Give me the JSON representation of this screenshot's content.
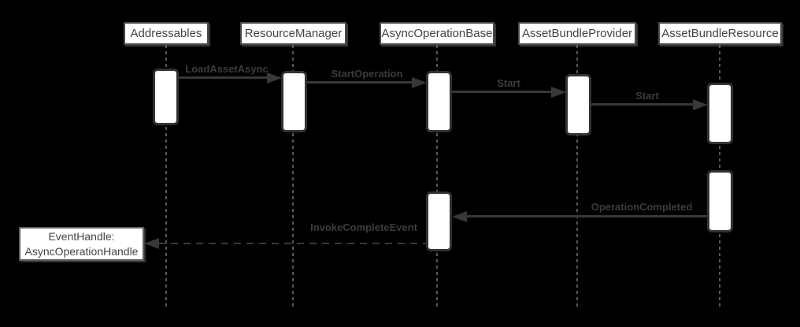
{
  "diagram_type": "uml-sequence",
  "colors": {
    "background": "#000000",
    "box_fill": "#ffffff",
    "box_border": "#494949",
    "activation_border": "#333333",
    "lifeline": "#585858",
    "arrow": "#383838",
    "label_text": "#3c3c3c",
    "box_text": "#434343"
  },
  "actors": [
    {
      "name": "Addressables"
    },
    {
      "name": "ResourceManager"
    },
    {
      "name": "AsyncOperationBase"
    },
    {
      "name": "AssetBundleProvider"
    },
    {
      "name": "AssetBundleResource"
    }
  ],
  "messages": [
    {
      "label": "LoadAssetAsync",
      "from": "Addressables",
      "to": "ResourceManager",
      "line": "solid",
      "direction": "right"
    },
    {
      "label": "StartOperation",
      "from": "ResourceManager",
      "to": "AsyncOperationBase",
      "line": "solid",
      "direction": "right"
    },
    {
      "label": "Start",
      "from": "AsyncOperationBase",
      "to": "AssetBundleProvider",
      "line": "solid",
      "direction": "right"
    },
    {
      "label": "Start",
      "from": "AssetBundleProvider",
      "to": "AssetBundleResource",
      "line": "solid",
      "direction": "right"
    },
    {
      "label": "OperationCompleted",
      "from": "AssetBundleResource",
      "to": "AsyncOperationBase",
      "line": "solid",
      "direction": "left"
    },
    {
      "label": "InvokeCompleteEvent",
      "from": "AsyncOperationBase",
      "to": "EventHandle",
      "line": "dashed",
      "direction": "left"
    }
  ],
  "note": {
    "line1": "EventHandle:",
    "line2": "AsyncOperationHandle"
  }
}
